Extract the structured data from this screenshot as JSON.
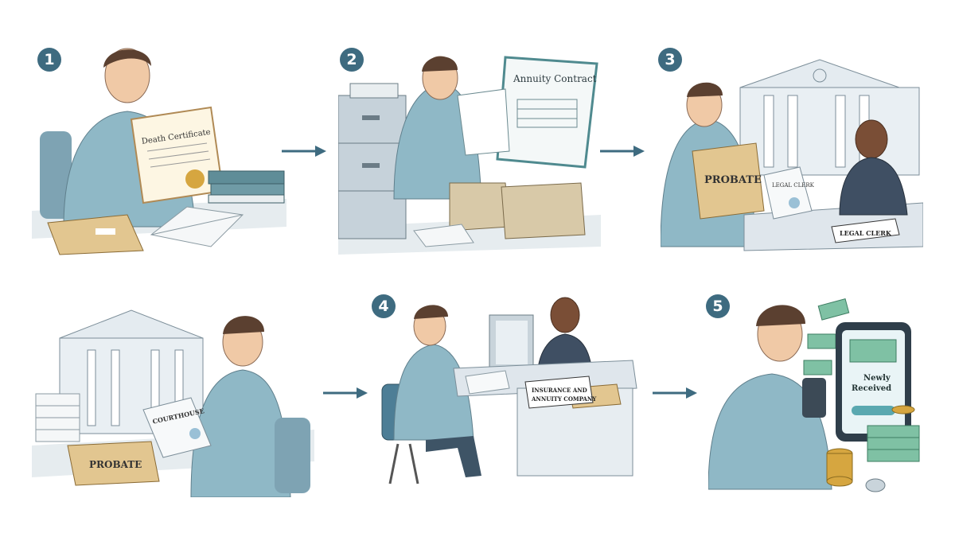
{
  "steps": {
    "s1": {
      "number": "1",
      "certificate": "Death Certificate"
    },
    "s2": {
      "number": "2",
      "contract": "Annuity Contract"
    },
    "s3": {
      "number": "3",
      "folder": "PROBATE",
      "doc": "LEGAL CLERK",
      "nameplate": "LEGAL CLERK"
    },
    "s3b": {
      "doc": "COURTHOUSE",
      "folder": "PROBATE"
    },
    "s4": {
      "number": "4",
      "nameplate_line1": "INSURANCE AND",
      "nameplate_line2": "ANNUITY COMPANY"
    },
    "s5": {
      "number": "5",
      "phone_line1": "Newly",
      "phone_line2": "Received"
    }
  },
  "colors": {
    "badge": "#3e6b80",
    "arrow": "#3e6b80",
    "sweater": "#8fb8c6",
    "folder": "#e2c690",
    "desk": "#dfe6ec"
  }
}
